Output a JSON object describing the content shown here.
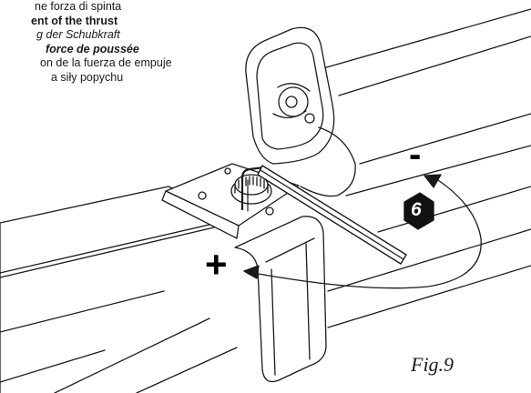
{
  "caption_lines": [
    "ne forza di spinta",
    "ent of the thrust",
    "g der Schubkraft",
    "force de poussée",
    "on de la fuerza de empuje",
    "a siły popychu"
  ],
  "step_number": "6",
  "minus_label": "-",
  "plus_label": "+",
  "figure_label": "Fig.9",
  "icons": [
    "hex-key-icon",
    "rotation-arrow-icon",
    "step-badge-icon"
  ],
  "colors": {
    "line": "#1a1a1a",
    "background": "#ffffff",
    "badge": "#111111"
  }
}
